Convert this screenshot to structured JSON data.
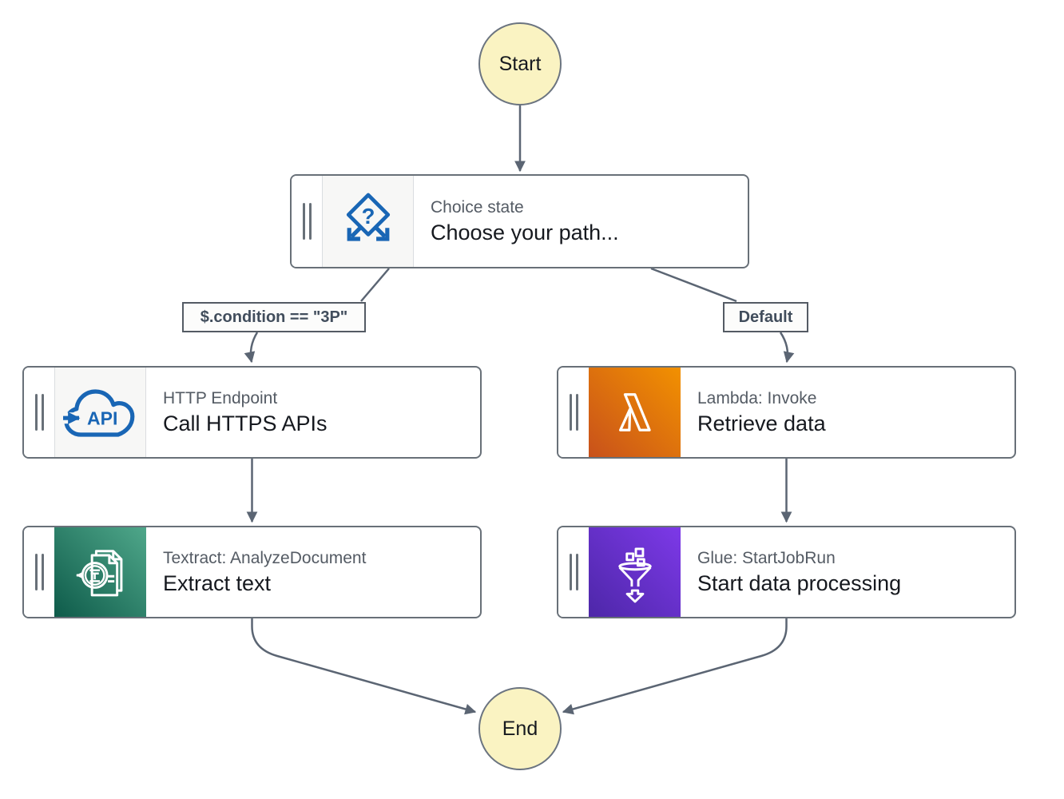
{
  "diagram": {
    "kind": "step-functions-workflow",
    "terminals": {
      "start": "Start",
      "end": "End"
    },
    "nodes": {
      "choice": {
        "title": "Choice state",
        "name": "Choose your path...",
        "icon": "choice-branch-icon",
        "icon_glyph": "?"
      },
      "http": {
        "title": "HTTP Endpoint",
        "name": "Call HTTPS APIs",
        "icon": "api-cloud-icon",
        "icon_text": "API"
      },
      "lambda": {
        "title": "Lambda: Invoke",
        "name": "Retrieve data",
        "icon": "lambda-icon"
      },
      "textract": {
        "title": "Textract: AnalyzeDocument",
        "name": "Extract text",
        "icon": "textract-document-icon"
      },
      "glue": {
        "title": "Glue: StartJobRun",
        "name": "Start data processing",
        "icon": "glue-funnel-icon"
      }
    },
    "edge_labels": {
      "condition": "$.condition == \"3P\"",
      "default": "Default"
    },
    "colors": {
      "edge": "#5B6573",
      "node_border": "#687078",
      "terminal_fill": "#FAF3C2",
      "title_text": "#545B64",
      "name_text": "#16191F",
      "icon_blue": "#1966B5",
      "lambda_gradient": [
        "#C8511B",
        "#F29100"
      ],
      "textract_gradient": [
        "#0E5B4A",
        "#4FA78A"
      ],
      "glue_gradient": [
        "#4D27A8",
        "#7D39E8"
      ]
    }
  }
}
